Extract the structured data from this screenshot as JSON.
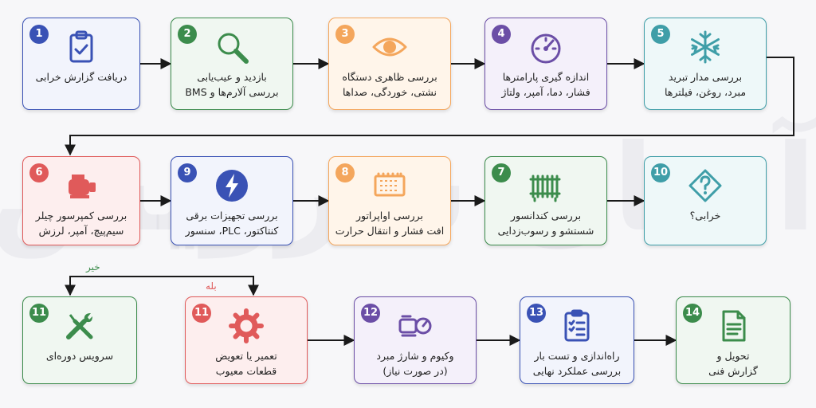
{
  "watermark": "آسان سرویس",
  "colors": {
    "blue": "#3a52b5",
    "green": "#3c8c4c",
    "orange": "#f4a65c",
    "purple": "#6b4ea6",
    "teal": "#3f9ea8",
    "red": "#e05a5a",
    "dark": "#2a2a3a"
  },
  "steps": [
    {
      "num": "1",
      "lines": [
        "دریافت گزارش خرابی"
      ],
      "icon": "clipboard-icon"
    },
    {
      "num": "2",
      "lines": [
        "بازدید و عیب‌یابی",
        "بررسی آلارم‌ها و BMS"
      ],
      "icon": "magnifier-icon"
    },
    {
      "num": "3",
      "lines": [
        "بررسی ظاهری دستگاه",
        "نشتی، خوردگی، صداها"
      ],
      "icon": "eye-icon"
    },
    {
      "num": "4",
      "lines": [
        "اندازه گیری پارامترها",
        "فشار، دما، آمپر، ولتاژ"
      ],
      "icon": "gauge-icon"
    },
    {
      "num": "5",
      "lines": [
        "بررسی مدار تبرید",
        "مبرد، روغن، فیلترها"
      ],
      "icon": "snowflake-icon"
    },
    {
      "num": "6",
      "lines": [
        "بررسی کمپرسور چیلر",
        "سیم‌پیچ، آمپر، لرزش"
      ],
      "icon": "compressor-icon"
    },
    {
      "num": "9",
      "lines": [
        "بررسی تجهیزات برقی",
        "کنتاکتور، PLC، سنسور"
      ],
      "icon": "lightning-icon"
    },
    {
      "num": "8",
      "lines": [
        "بررسی اواپراتور",
        "افت فشار و انتقال حرارت"
      ],
      "icon": "evaporator-icon"
    },
    {
      "num": "7",
      "lines": [
        "بررسی کندانسور",
        "شستشو و رسوب‌زدایی"
      ],
      "icon": "radiator-icon"
    },
    {
      "num": "10",
      "lines": [
        "خرابی؟"
      ],
      "icon": "question-diamond-icon"
    },
    {
      "num": "11",
      "lines": [
        "سرویس دوره‌ای"
      ],
      "icon": "tools-icon"
    },
    {
      "num": "11",
      "lines": [
        "تعمیر یا تعویض",
        "قطعات معیوب"
      ],
      "icon": "cog-icon"
    },
    {
      "num": "12",
      "lines": [
        "وکیوم و شارژ مبرد",
        "(در صورت نیاز)"
      ],
      "icon": "vacuum-pump-icon"
    },
    {
      "num": "13",
      "lines": [
        "راه‌اندازی و تست بار",
        "بررسی عملکرد نهایی"
      ],
      "icon": "checklist-icon"
    },
    {
      "num": "14",
      "lines": [
        "تحویل و",
        "گزارش فنی"
      ],
      "icon": "document-icon"
    }
  ],
  "branch_labels": {
    "no": "خیر",
    "yes": "بله"
  }
}
